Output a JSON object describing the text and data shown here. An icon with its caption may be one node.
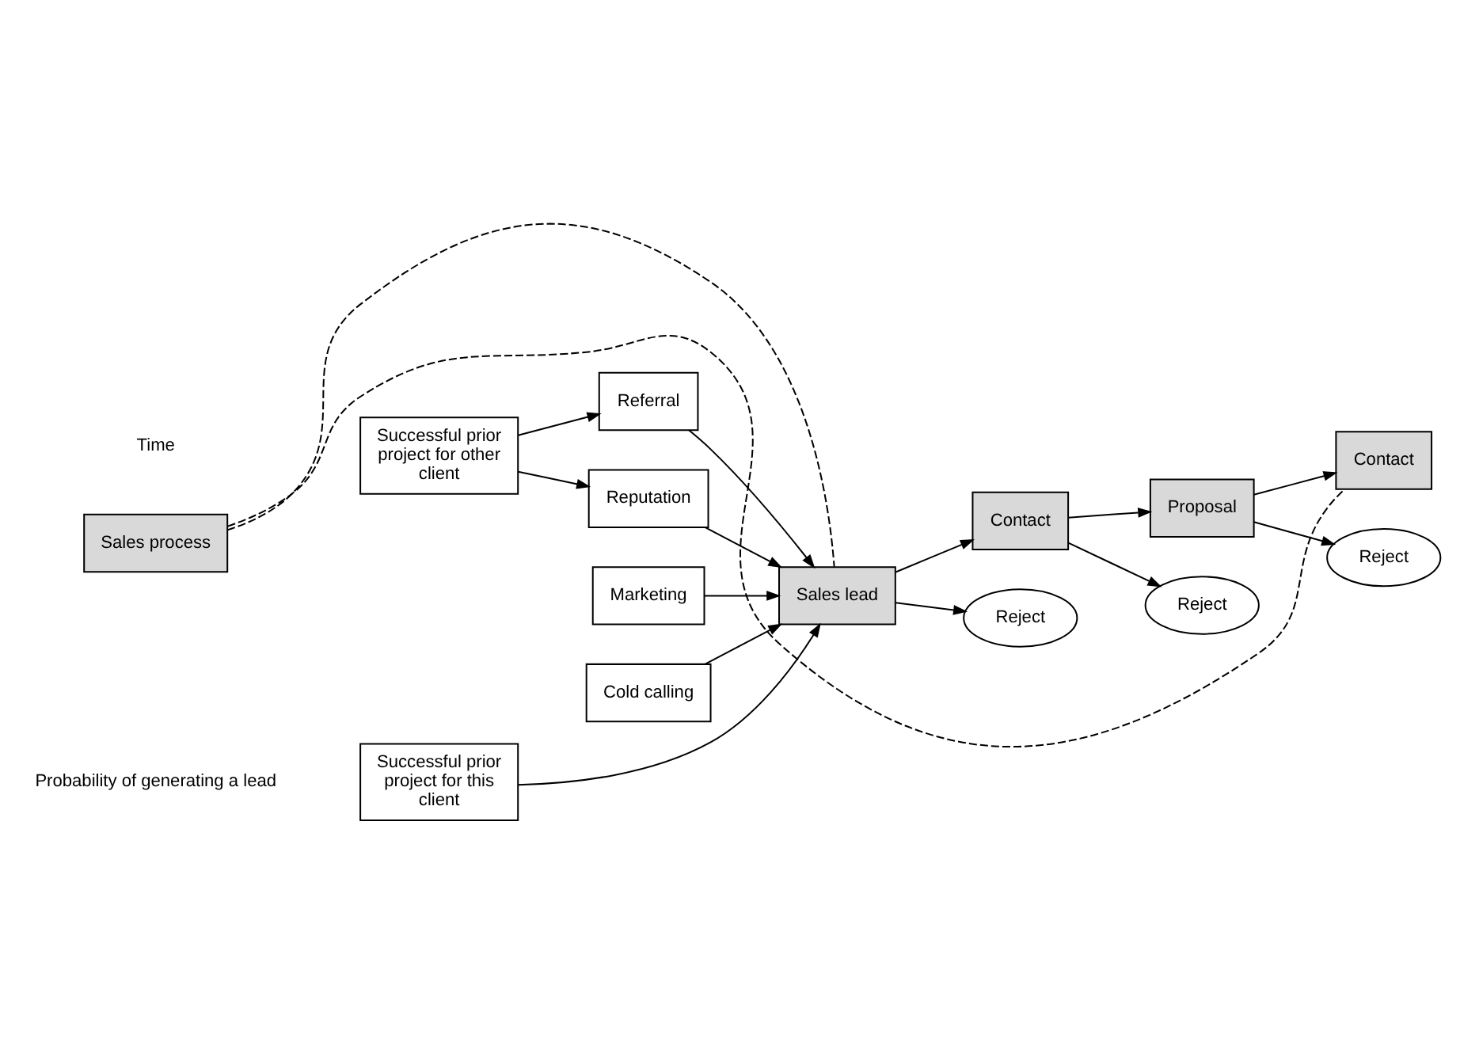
{
  "diagram": {
    "nodes": [
      {
        "text": [
          "Successful prior project for this client"
        ]
      },
      {
        "text": [
          "Successful prior project for other client"
        ]
      },
      {
        "text": [
          "Referral"
        ]
      },
      {
        "text": [
          "Reputation"
        ]
      },
      {
        "text": [
          "Marketing"
        ]
      },
      {
        "text": [
          "Cold calling"
        ]
      },
      {
        "text": [
          "Sales process"
        ]
      },
      {
        "text": [
          "Sales lead"
        ]
      },
      {
        "text": [
          "Contact"
        ]
      },
      {
        "text": [
          "Proposal"
        ]
      },
      {
        "text": [
          "Contact"
        ]
      },
      {
        "text": [
          "Reject"
        ]
      },
      {
        "text": [
          "Reject"
        ]
      },
      {
        "text": [
          "Reject"
        ]
      }
    ],
    "edges": [
      {
        "from": 0,
        "to": 7,
        "arrow": "to"
      },
      {
        "from": 1,
        "to": 2,
        "arrow": "to"
      },
      {
        "from": 1,
        "to": 3,
        "arrow": "to"
      },
      {
        "from": 2,
        "to": 7,
        "arrow": "to"
      },
      {
        "from": 3,
        "to": 7,
        "arrow": "to"
      },
      {
        "from": 4,
        "to": 7,
        "arrow": "to"
      },
      {
        "from": 5,
        "to": 7,
        "arrow": "to"
      },
      {
        "from": 7,
        "to": 8,
        "arrow": "to"
      },
      {
        "from": 8,
        "to": 9,
        "arrow": "to"
      },
      {
        "from": 9,
        "to": 10,
        "arrow": "to"
      },
      {
        "from": 7,
        "to": 11,
        "arrow": "to"
      },
      {
        "from": 8,
        "to": 12,
        "arrow": "to"
      },
      {
        "from": 9,
        "to": 13,
        "arrow": "to"
      },
      {
        "from": 6,
        "to": 7,
        "arrow": "none",
        "style": "dashed"
      },
      {
        "from": 6,
        "to": 10,
        "arrow": "none",
        "style": "dashed"
      }
    ],
    "labels": [
      "Probability of generating a lead",
      "Time"
    ]
  }
}
